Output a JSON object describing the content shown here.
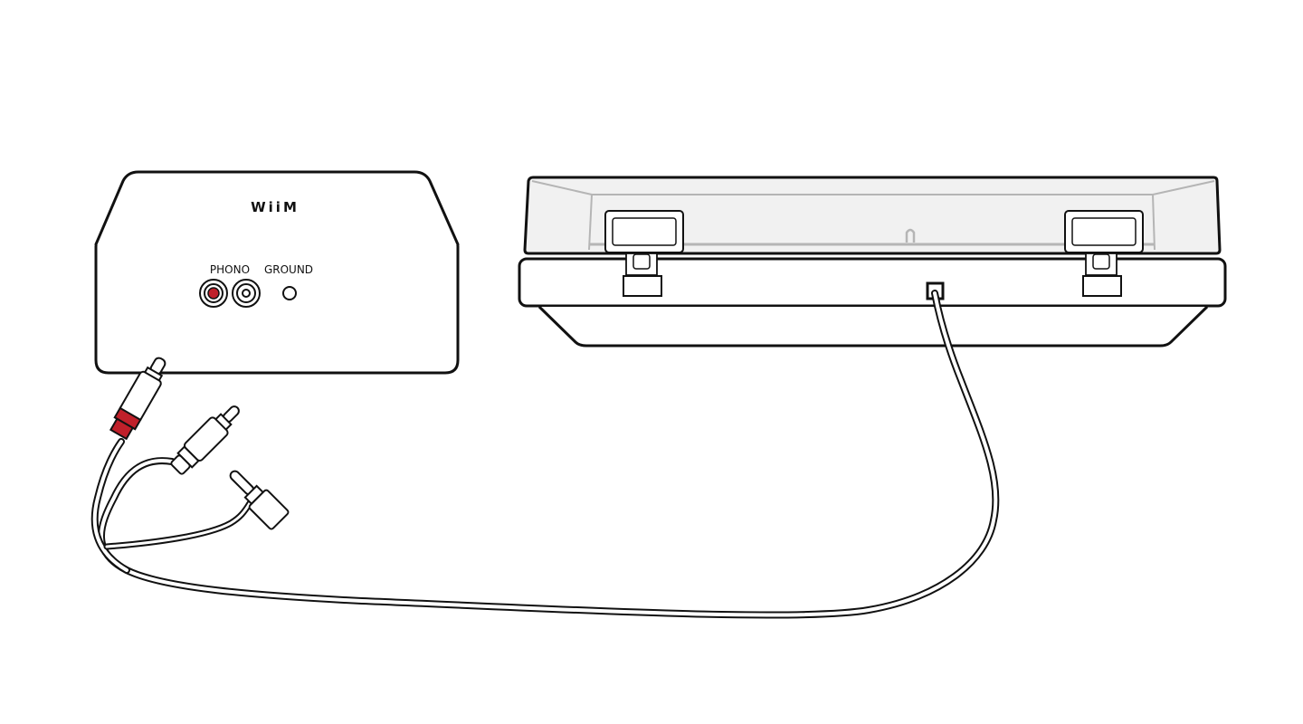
{
  "device": {
    "brand": "WiiM",
    "phono_label": "PHONO",
    "ground_label": "GROUND"
  },
  "colors": {
    "outline": "#111111",
    "red_accent": "#c0202a",
    "lid_fill": "#f1f1f1",
    "lid_inner_line": "#b5b5b5",
    "background": "#ffffff"
  }
}
